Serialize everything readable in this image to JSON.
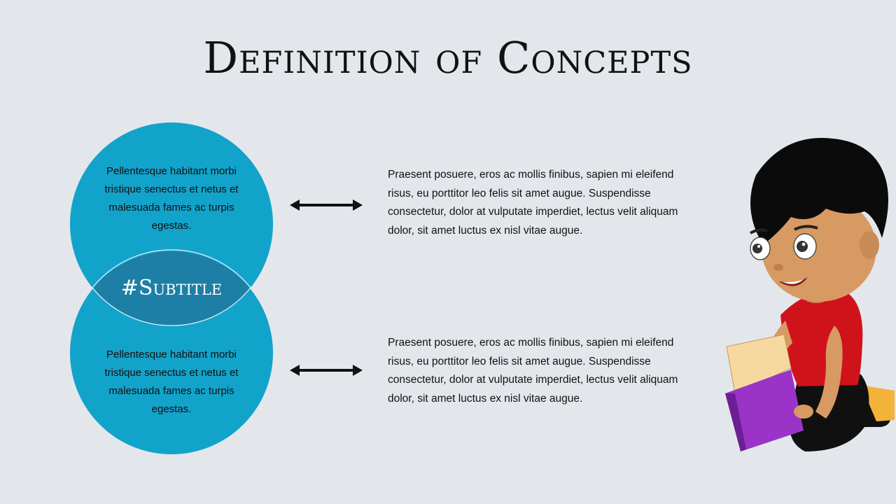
{
  "slide": {
    "title": "Definition of Concepts",
    "subtitle": "#Subtitle",
    "circles": [
      {
        "text": "Pellentesque habitant morbi tristique senectus et netus et malesuada fames ac turpis egestas."
      },
      {
        "text": "Pellentesque habitant morbi tristique senectus et netus et malesuada fames ac turpis egestas."
      }
    ],
    "descriptions": [
      {
        "text": "Praesent posuere, eros ac mollis finibus, sapien mi eleifend risus, eu porttitor leo felis sit amet augue. Suspendisse consectetur, dolor at vulputate imperdiet, lectus velit aliquam dolor, sit amet luctus ex nisl vitae augue."
      },
      {
        "text": "Praesent posuere, eros ac mollis finibus, sapien mi eleifend risus, eu porttitor leo felis sit amet augue. Suspendisse consectetur, dolor at vulputate imperdiet, lectus velit aliquam dolor, sit amet luctus ex nisl vitae augue."
      }
    ],
    "colors": {
      "background": "#e3e7ec",
      "circle": "#12a3cb",
      "overlap": "#1e7fa6",
      "text": "#111111",
      "shirt": "#d0121b",
      "book": "#9a34c8"
    },
    "icons": [
      "double-arrow-icon",
      "boy-reading-illustration"
    ]
  }
}
